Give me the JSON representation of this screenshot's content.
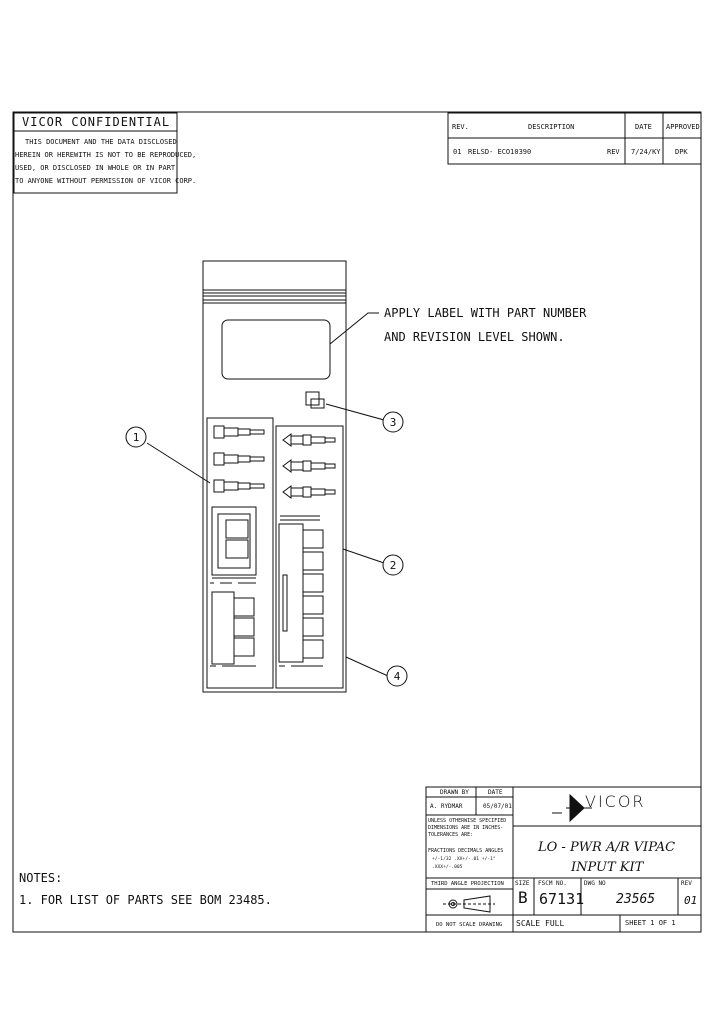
{
  "confidential": {
    "title": "VICOR   CONFIDENTIAL",
    "lines": [
      "THIS DOCUMENT AND THE DATA DISCLOSED",
      "HEREIN OR HEREWITH IS NOT TO BE REPRODUCED,",
      "USED, OR DISCLOSED IN WHOLE OR IN PART",
      "TO ANYONE WITHOUT PERMISSION OF VICOR CORP."
    ]
  },
  "revision_table": {
    "headers": {
      "rev": "REV.",
      "description": "DESCRIPTION",
      "date": "DATE",
      "approved": "APPROVED"
    },
    "row": {
      "rev": "01",
      "description": "RELSD- ECO10390",
      "by": "REV",
      "date": "7/24/KY",
      "approved": "DPK"
    }
  },
  "callouts": {
    "label_note_line1": "APPLY LABEL WITH PART NUMBER",
    "label_note_line2": "AND REVISION LEVEL SHOWN.",
    "balloons": [
      "1",
      "2",
      "3",
      "4"
    ]
  },
  "notes": {
    "heading": "NOTES:",
    "items": [
      "1. FOR LIST OF PARTS SEE BOM 23485."
    ]
  },
  "title_block": {
    "drawn_by_label": "DRAWN BY",
    "date_label": "DATE",
    "drawn_by": "A. RYDMAR",
    "drawn_date": "05/07/01",
    "tolerance_lines": [
      "UNLESS OTHERWISE SPECIFIED",
      "DIMENSIONS ARE IN INCHES-",
      "TOLERANCES ARE:",
      "FRACTIONS DECIMALS ANGLES",
      "+/-1/32   .XX+/-.01   +/-1°",
      "          .XXX+/-.005"
    ],
    "projection_label": "THIRD ANGLE PROJECTION",
    "do_not_scale": "DO NOT SCALE DRAWING",
    "company": "VICOR",
    "title_line1": "LO - PWR A/R VIPAC",
    "title_line2": "INPUT KIT",
    "size_label": "SIZE",
    "size": "B",
    "fscm_label": "FSCM NO.",
    "fscm": "67131",
    "dwg_label": "DWG NO",
    "dwg_no": "23565",
    "rev_label": "REV",
    "rev": "01",
    "scale_label": "SCALE",
    "scale": "FULL",
    "sheet": "SHEET  1   OF  1"
  }
}
